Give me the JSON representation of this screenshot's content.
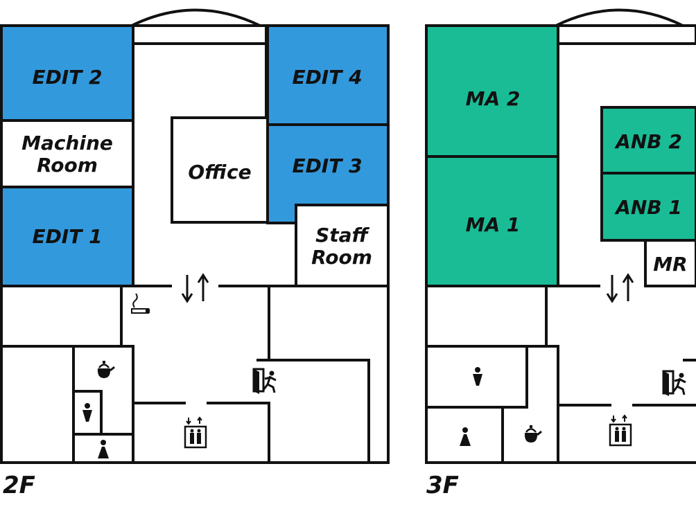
{
  "colors": {
    "edit": "#3399dd",
    "ma": "#1abc96",
    "ink": "#111111",
    "room": "#ffffff"
  },
  "floors": {
    "second": {
      "label": "2F",
      "rooms": {
        "edit2": "EDIT 2",
        "machine_room_1": "Machine",
        "machine_room_2": "Room",
        "edit1": "EDIT 1",
        "office": "Office",
        "edit4": "EDIT 4",
        "edit3": "EDIT 3",
        "staff_room_1": "Staff",
        "staff_room_2": "Room"
      },
      "icons": [
        "smoking-area-icon",
        "kettle-icon",
        "mens-restroom-icon",
        "womens-restroom-icon",
        "emergency-exit-icon",
        "elevator-icon",
        "stairs-arrows-icon"
      ]
    },
    "third": {
      "label": "3F",
      "rooms": {
        "ma2": "MA 2",
        "ma1": "MA 1",
        "anb2": "ANB 2",
        "anb1": "ANB 1",
        "mr": "MR"
      },
      "icons": [
        "mens-restroom-icon",
        "womens-restroom-icon",
        "kettle-icon",
        "emergency-exit-icon",
        "elevator-icon",
        "stairs-arrows-icon"
      ]
    }
  }
}
